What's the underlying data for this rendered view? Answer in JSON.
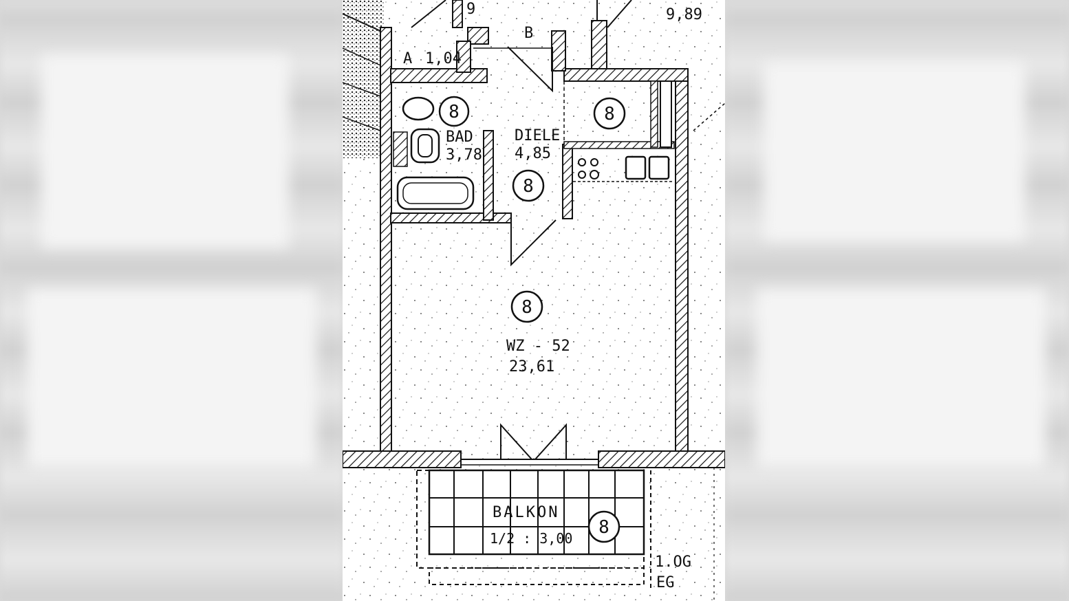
{
  "plan": {
    "top_numbers": {
      "left_cut": "9",
      "right_area": "9,89"
    },
    "rooms": {
      "a": {
        "code": "A",
        "area": "1,04"
      },
      "b": {
        "code": "B"
      },
      "bad": {
        "name": "BAD",
        "area": "3,78"
      },
      "diele": {
        "name": "DIELE",
        "area": "4,85"
      },
      "wz": {
        "name": "WZ - 52",
        "area": "23,61"
      },
      "balkon": {
        "name": "BALKON",
        "area": "1/2 : 3,00"
      }
    },
    "circle_marker": "8",
    "floor_labels": {
      "upper": "1.OG",
      "lower": "EG"
    }
  },
  "colors": {
    "ink": "#111111",
    "paper": "#ffffff",
    "backdrop": "#d9d9d9"
  }
}
